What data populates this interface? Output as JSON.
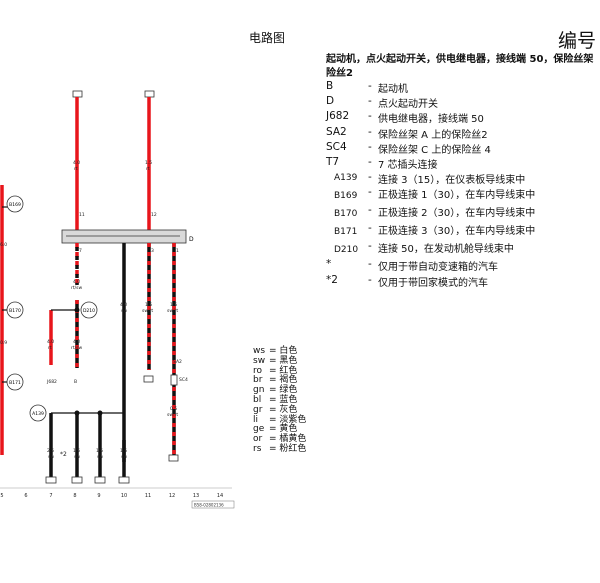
{
  "header": {
    "page_title": "电路图",
    "doc_number": "编号"
  },
  "legend": {
    "heading_line1": "起动机，点火起动开关，供电继电器，接线端 50，保险丝架",
    "heading_line2": "险丝2",
    "items": [
      {
        "code": "B",
        "dash": "-",
        "desc": "起动机"
      },
      {
        "code": "D",
        "dash": "-",
        "desc": "点火起动开关"
      },
      {
        "code": "J682",
        "dash": "-",
        "desc": "供电继电器，接线端 50"
      },
      {
        "code": "SA2",
        "dash": "-",
        "desc": "保险丝架 A 上的保险丝2"
      },
      {
        "code": "SC4",
        "dash": "-",
        "desc": "保险丝架 C 上的保险丝 4"
      },
      {
        "code": "T7",
        "dash": "-",
        "desc": "7 芯插头连接"
      },
      {
        "code": "A139",
        "dash": "-",
        "desc": "连接 3（15），在仪表板导线束中"
      },
      {
        "code": "B169",
        "dash": "-",
        "desc": "正极连接 1（30），在车内导线束中"
      },
      {
        "code": "B170",
        "dash": "-",
        "desc": "正极连接 2（30），在车内导线束中"
      },
      {
        "code": "B171",
        "dash": "-",
        "desc": "正极连接 3（30），在车内导线束中"
      },
      {
        "code": "D210",
        "dash": "-",
        "desc": "连接 50，在发动机舱导线束中"
      },
      {
        "code": "*",
        "dash": "-",
        "desc": "仅用于带自动变速箱的汽车"
      },
      {
        "code": "*2",
        "dash": "-",
        "desc": "仅用于带回家模式的汽车"
      }
    ]
  },
  "color_key": [
    {
      "abbr": "ws",
      "eq": "=",
      "name": "白色"
    },
    {
      "abbr": "sw",
      "eq": "=",
      "name": "黑色"
    },
    {
      "abbr": "ro",
      "eq": "=",
      "name": "红色"
    },
    {
      "abbr": "br",
      "eq": "=",
      "name": "褐色"
    },
    {
      "abbr": "gn",
      "eq": "=",
      "name": "绿色"
    },
    {
      "abbr": "bl",
      "eq": "=",
      "name": "蓝色"
    },
    {
      "abbr": "gr",
      "eq": "=",
      "name": "灰色"
    },
    {
      "abbr": "li",
      "eq": "=",
      "name": "淡紫色"
    },
    {
      "abbr": "ge",
      "eq": "=",
      "name": "黄色"
    },
    {
      "abbr": "or",
      "eq": "=",
      "name": "橘黄色"
    },
    {
      "abbr": "rs",
      "eq": "=",
      "name": "粉红色"
    }
  ],
  "diagram": {
    "colors": {
      "red": "#e8151b",
      "black": "#111111",
      "connector_fill": "#d9d9d9"
    },
    "connector_label": "D",
    "doc_ref": "B58-02802136",
    "bubbles": {
      "b169": "B169",
      "b170": "B170",
      "b171": "B171",
      "d210": "D210",
      "a139": "A139"
    },
    "wires": {
      "w6": "6.0",
      "w4a": "4.0",
      "w4a_color": "rt",
      "w15a": "1.5",
      "w15a_color": "rt",
      "w4b": "4.0",
      "w4b_color": "rt/sw",
      "w4c": "4.0",
      "w4c_color": "rt",
      "w4d": "4.0",
      "w4d_color": "rt/sw",
      "w4e": "4.0",
      "w4e_color": "sw",
      "w15b": "1.5",
      "w15b_color": "sw/rt",
      "w15c": "1.5",
      "w15c_color": "sw/rt",
      "w05": "0.5",
      "w05_color": "sw/rt",
      "w25": "2.5",
      "w25_color": "sw",
      "w15d": "1.5",
      "w15d_color": "sw",
      "w15e": "1.5",
      "w15e_color": "sw",
      "w15f": "1.5",
      "w15f_color": "sw",
      "w09": "0.9"
    },
    "labels": {
      "j682": "J682",
      "b": "B",
      "sc4": "SC4",
      "sa2": "SA2",
      "star2": "*2",
      "pin11": "11",
      "pin12": "12",
      "pin7": "7",
      "pin3": "3",
      "pin1": "1"
    },
    "columns": [
      "5",
      "6",
      "7",
      "8",
      "9",
      "10",
      "11",
      "12",
      "13",
      "14"
    ]
  }
}
